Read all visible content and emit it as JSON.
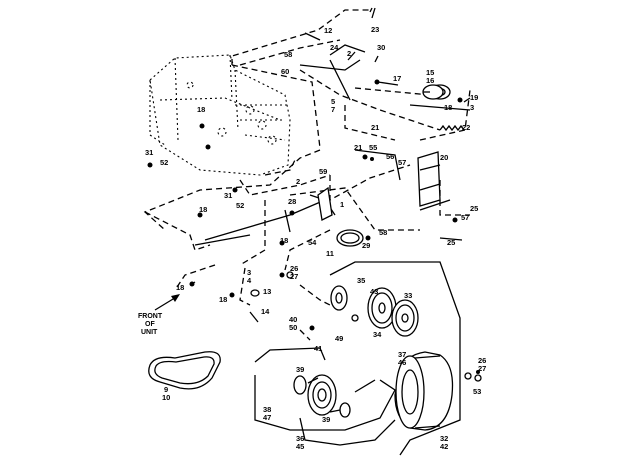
{
  "diagram": {
    "front_label": [
      "FRONT",
      "OF",
      "UNIT"
    ],
    "callouts": [
      {
        "id": "c-23",
        "text": "23"
      },
      {
        "id": "c-12",
        "text": "12"
      },
      {
        "id": "c-24",
        "text": "24"
      },
      {
        "id": "c-2a",
        "text": "2"
      },
      {
        "id": "c-30",
        "text": "30"
      },
      {
        "id": "c-58a",
        "text": "58"
      },
      {
        "id": "c-60",
        "text": "60"
      },
      {
        "id": "c-17",
        "text": "17"
      },
      {
        "id": "c-15",
        "text": "15"
      },
      {
        "id": "c-16",
        "text": "16"
      },
      {
        "id": "c-5",
        "text": "5"
      },
      {
        "id": "c-7",
        "text": "7"
      },
      {
        "id": "c-18a",
        "text": "18"
      },
      {
        "id": "c-19",
        "text": "19"
      },
      {
        "id": "c-3a",
        "text": "3"
      },
      {
        "id": "c-22",
        "text": "22"
      },
      {
        "id": "c-18b",
        "text": "18"
      },
      {
        "id": "c-21a",
        "text": "21"
      },
      {
        "id": "c-55",
        "text": "55"
      },
      {
        "id": "c-56",
        "text": "56"
      },
      {
        "id": "c-57a",
        "text": "57"
      },
      {
        "id": "c-20",
        "text": "20"
      },
      {
        "id": "c-21b",
        "text": "21"
      },
      {
        "id": "c-31a",
        "text": "31"
      },
      {
        "id": "c-52a",
        "text": "52"
      },
      {
        "id": "c-2b",
        "text": "2"
      },
      {
        "id": "c-59",
        "text": "59"
      },
      {
        "id": "c-31b",
        "text": "31"
      },
      {
        "id": "c-52b",
        "text": "52"
      },
      {
        "id": "c-28",
        "text": "28"
      },
      {
        "id": "c-1",
        "text": "1"
      },
      {
        "id": "c-18c",
        "text": "18"
      },
      {
        "id": "c-57b",
        "text": "57"
      },
      {
        "id": "c-25a",
        "text": "25"
      },
      {
        "id": "c-54",
        "text": "54"
      },
      {
        "id": "c-58b",
        "text": "58"
      },
      {
        "id": "c-29",
        "text": "29"
      },
      {
        "id": "c-25b",
        "text": "25"
      },
      {
        "id": "c-18d",
        "text": "18"
      },
      {
        "id": "c-11",
        "text": "11"
      },
      {
        "id": "c-26a",
        "text": "26"
      },
      {
        "id": "c-27a",
        "text": "27"
      },
      {
        "id": "c-3b",
        "text": "3"
      },
      {
        "id": "c-4",
        "text": "4"
      },
      {
        "id": "c-35",
        "text": "35"
      },
      {
        "id": "c-18e",
        "text": "18"
      },
      {
        "id": "c-13",
        "text": "13"
      },
      {
        "id": "c-43",
        "text": "43"
      },
      {
        "id": "c-33",
        "text": "33"
      },
      {
        "id": "c-18f",
        "text": "18"
      },
      {
        "id": "c-14",
        "text": "14"
      },
      {
        "id": "c-40",
        "text": "40"
      },
      {
        "id": "c-50",
        "text": "50"
      },
      {
        "id": "c-34",
        "text": "34"
      },
      {
        "id": "c-49",
        "text": "49"
      },
      {
        "id": "c-41",
        "text": "41"
      },
      {
        "id": "c-37",
        "text": "37"
      },
      {
        "id": "c-46",
        "text": "46"
      },
      {
        "id": "c-26b",
        "text": "26"
      },
      {
        "id": "c-27b",
        "text": "27"
      },
      {
        "id": "c-39a",
        "text": "39"
      },
      {
        "id": "c-53",
        "text": "53"
      },
      {
        "id": "c-9",
        "text": "9"
      },
      {
        "id": "c-10",
        "text": "10"
      },
      {
        "id": "c-38",
        "text": "38"
      },
      {
        "id": "c-47",
        "text": "47"
      },
      {
        "id": "c-39b",
        "text": "39"
      },
      {
        "id": "c-36",
        "text": "36"
      },
      {
        "id": "c-45",
        "text": "45"
      },
      {
        "id": "c-32",
        "text": "32"
      },
      {
        "id": "c-42",
        "text": "42"
      }
    ]
  }
}
